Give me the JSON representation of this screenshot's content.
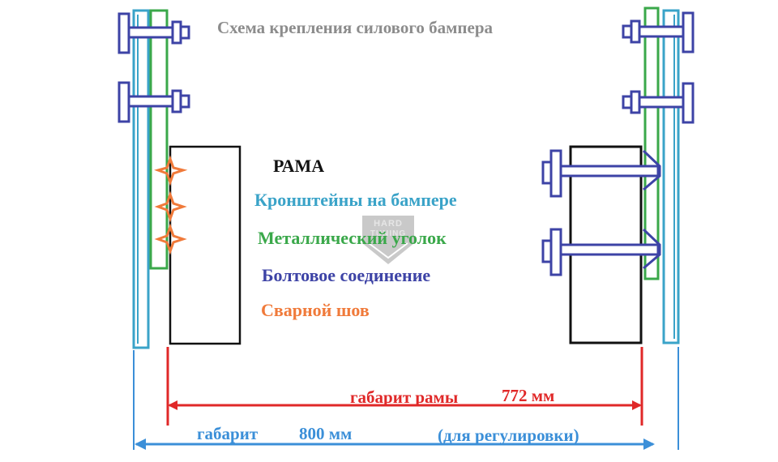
{
  "title": "Схема крепления силового бампера",
  "legend": {
    "frame": "РАМА",
    "brackets": "Кронштейны на бампере",
    "angle": "Металлический уголок",
    "bolt": "Болтовое соединение",
    "weld": "Сварной шов"
  },
  "dimensions": {
    "frame_label": "габарит рамы",
    "frame_value": "772 мм",
    "total_label": "габарит",
    "total_value": "800 мм",
    "total_note": "(для регулировки)"
  },
  "watermark": {
    "line1": "HARD",
    "line2": "TUNING"
  },
  "colors": {
    "frame": "#111111",
    "brackets": "#3aa3c8",
    "angle": "#3aa84a",
    "bolt": "#3d43a6",
    "weld": "#f07a3a",
    "dimension_frame": "#e02828",
    "dimension_total": "#3b8fd8",
    "title": "#8c8c8c"
  }
}
